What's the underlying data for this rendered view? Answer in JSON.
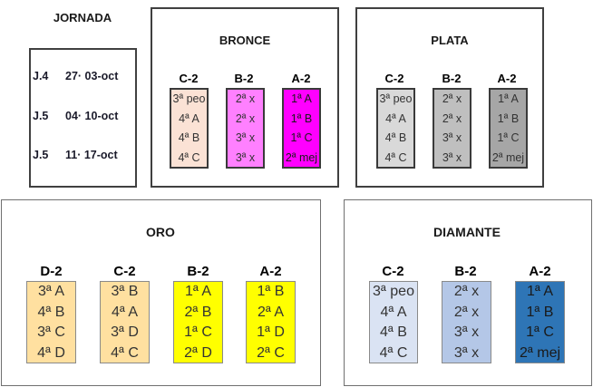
{
  "jornada": {
    "title": "JORNADA",
    "rows": [
      {
        "num": "J.4",
        "date": "27· 03-oct"
      },
      {
        "num": "J.5",
        "date": "04· 10-oct"
      },
      {
        "num": "J.5",
        "date": "11· 17-oct"
      }
    ]
  },
  "panels": {
    "bronce": {
      "title": "BRONCE",
      "columns": [
        {
          "label": "C-2",
          "color": "#fbe2d5",
          "text_color": "#333333",
          "items": [
            "3ª peo",
            "4ª A",
            "4ª B",
            "4ª C"
          ]
        },
        {
          "label": "B-2",
          "color": "#ff80ff",
          "text_color": "#333333",
          "items": [
            "2ª x",
            "2ª x",
            "3ª x",
            "3ª x"
          ]
        },
        {
          "label": "A-2",
          "color": "#ff00ff",
          "text_color": "#1a1a1a",
          "items": [
            "1ª A",
            "1ª B",
            "1ª C",
            "2ª mej"
          ]
        }
      ]
    },
    "plata": {
      "title": "PLATA",
      "columns": [
        {
          "label": "C-2",
          "color": "#d9d9d9",
          "text_color": "#333333",
          "items": [
            "3ª peo",
            "4ª A",
            "4ª B",
            "4ª C"
          ]
        },
        {
          "label": "B-2",
          "color": "#bfbfbf",
          "text_color": "#333333",
          "items": [
            "2ª x",
            "2ª x",
            "3ª x",
            "3ª x"
          ]
        },
        {
          "label": "A-2",
          "color": "#a6a6a6",
          "text_color": "#333333",
          "items": [
            "1ª A",
            "1ª B",
            "1ª C",
            "2ª mej"
          ]
        }
      ]
    },
    "oro": {
      "title": "ORO",
      "columns": [
        {
          "label": "D-2",
          "color": "#ffe0a0",
          "text_color": "#333333",
          "items": [
            "3ª A",
            "4ª B",
            "3ª C",
            "4ª D"
          ]
        },
        {
          "label": "C-2",
          "color": "#ffe0a0",
          "text_color": "#333333",
          "items": [
            "3ª B",
            "4ª A",
            "3ª D",
            "4ª C"
          ]
        },
        {
          "label": "B-2",
          "color": "#ffff00",
          "text_color": "#333333",
          "items": [
            "1ª A",
            "2ª B",
            "1ª C",
            "2ª D"
          ]
        },
        {
          "label": "A-2",
          "color": "#ffff00",
          "text_color": "#333333",
          "items": [
            "1ª B",
            "2ª A",
            "1ª D",
            "2ª C"
          ]
        }
      ]
    },
    "diamante": {
      "title": "DIAMANTE",
      "columns": [
        {
          "label": "C-2",
          "color": "#dae3f3",
          "text_color": "#333333",
          "items": [
            "3ª peo",
            "4ª A",
            "4ª B",
            "4ª C"
          ]
        },
        {
          "label": "B-2",
          "color": "#b4c7e7",
          "text_color": "#333333",
          "items": [
            "2ª x",
            "2ª x",
            "3ª x",
            "3ª x"
          ]
        },
        {
          "label": "A-2",
          "color": "#2e75b6",
          "text_color": "#1a1a1a",
          "items": [
            "1ª A",
            "1ª B",
            "1ª C",
            "2ª mej"
          ]
        }
      ]
    }
  }
}
